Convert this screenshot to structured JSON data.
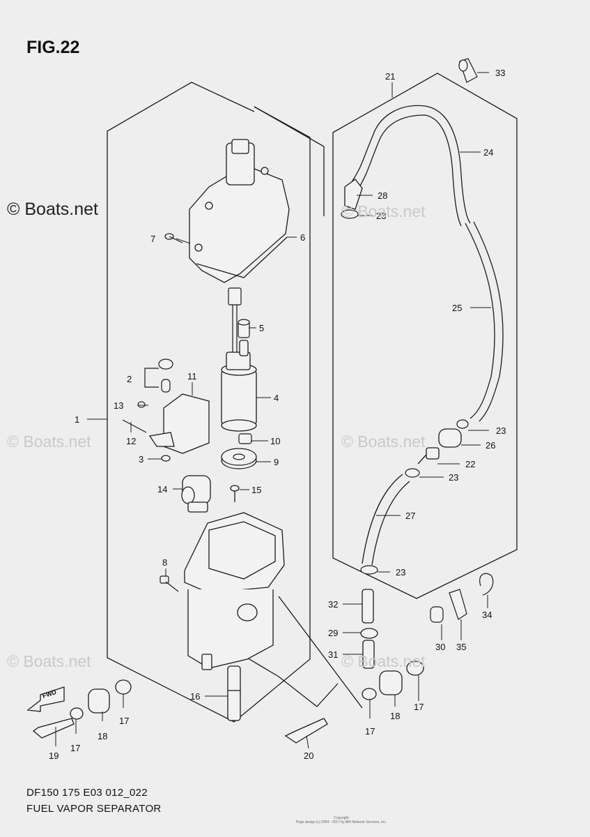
{
  "figure": {
    "title": "FIG.22",
    "code": "DF150 175 E03 012_022",
    "name": "FUEL VAPOR SEPARATOR",
    "fwd_label": "FWD"
  },
  "watermark": "© Boats.net",
  "copyright": {
    "line1": "Copyright",
    "line2": "Page design (c) 2004 - 2017 by ARI Network Services, Inc."
  },
  "callouts": [
    {
      "id": "c1",
      "label": "1"
    },
    {
      "id": "c2",
      "label": "2"
    },
    {
      "id": "c3",
      "label": "3"
    },
    {
      "id": "c4",
      "label": "4"
    },
    {
      "id": "c5",
      "label": "5"
    },
    {
      "id": "c6",
      "label": "6"
    },
    {
      "id": "c7",
      "label": "7"
    },
    {
      "id": "c8",
      "label": "8"
    },
    {
      "id": "c9",
      "label": "9"
    },
    {
      "id": "c10",
      "label": "10"
    },
    {
      "id": "c11",
      "label": "11"
    },
    {
      "id": "c12",
      "label": "12"
    },
    {
      "id": "c13",
      "label": "13"
    },
    {
      "id": "c14",
      "label": "14"
    },
    {
      "id": "c15",
      "label": "15"
    },
    {
      "id": "c16",
      "label": "16"
    },
    {
      "id": "c17a",
      "label": "17"
    },
    {
      "id": "c17b",
      "label": "17"
    },
    {
      "id": "c17c",
      "label": "17"
    },
    {
      "id": "c17d",
      "label": "17"
    },
    {
      "id": "c18a",
      "label": "18"
    },
    {
      "id": "c18b",
      "label": "18"
    },
    {
      "id": "c19",
      "label": "19"
    },
    {
      "id": "c20",
      "label": "20"
    },
    {
      "id": "c21",
      "label": "21"
    },
    {
      "id": "c22",
      "label": "22"
    },
    {
      "id": "c23a",
      "label": "23"
    },
    {
      "id": "c23b",
      "label": "23"
    },
    {
      "id": "c23c",
      "label": "23"
    },
    {
      "id": "c23d",
      "label": "23"
    },
    {
      "id": "c24",
      "label": "24"
    },
    {
      "id": "c25",
      "label": "25"
    },
    {
      "id": "c26",
      "label": "26"
    },
    {
      "id": "c27",
      "label": "27"
    },
    {
      "id": "c28",
      "label": "28"
    },
    {
      "id": "c29",
      "label": "29"
    },
    {
      "id": "c30",
      "label": "30"
    },
    {
      "id": "c31",
      "label": "31"
    },
    {
      "id": "c32",
      "label": "32"
    },
    {
      "id": "c33",
      "label": "33"
    },
    {
      "id": "c34",
      "label": "34"
    },
    {
      "id": "c35",
      "label": "35"
    }
  ]
}
